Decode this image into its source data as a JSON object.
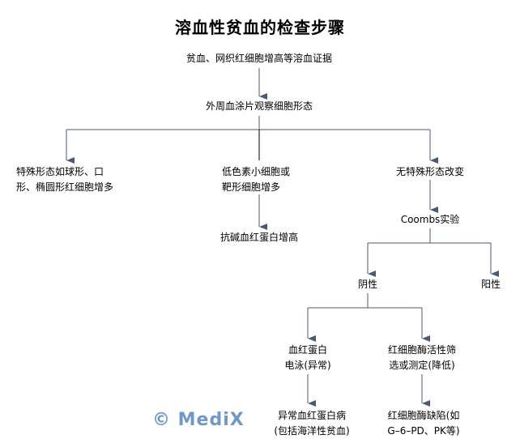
{
  "title": "溶血性贫血的检查步骤",
  "nodes": {
    "n1": "贫血、网织红细胞增高等溶血证据",
    "n2": "外周血涂片观察细胞形态",
    "n3_l1": "特殊形态如球形、口",
    "n3_l2": "形、椭圆形红细胞增多",
    "n4_l1": "低色素小细胞或",
    "n4_l2": "靶形细胞增多",
    "n5": "无特殊形态改变",
    "n6": "抗碱血红蛋白增高",
    "n7": "Coombs实验",
    "n8": "阴性",
    "n9": "阳性",
    "n10_l1": "血红蛋白",
    "n10_l2": "电泳(异常)",
    "n11_l1": "红细胞酶活性筛",
    "n11_l2": "选或测定(降低)",
    "n12_l1": "异常血红蛋白病",
    "n12_l2": "(包括海洋性贫血)",
    "n13_l1": "红细胞酶缺陷(如",
    "n13_l2": "G–6–PD、PK等)"
  },
  "watermark": "© MediX",
  "colors": {
    "line": "#4a5a70",
    "watermark": "#6f97c8"
  }
}
